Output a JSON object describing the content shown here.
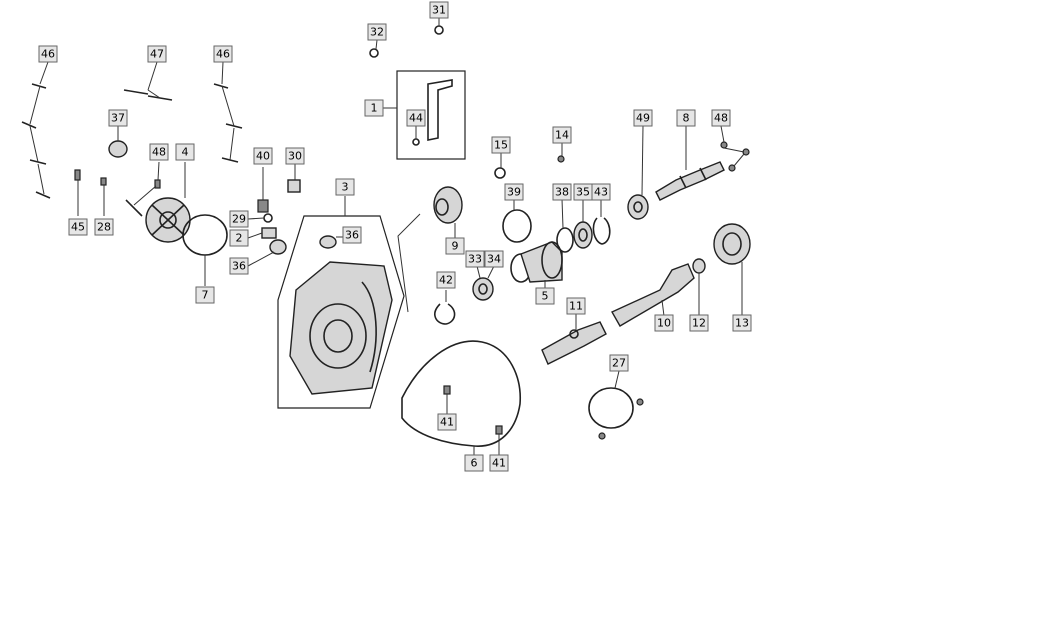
{
  "callouts": [
    {
      "id": "46",
      "label": "46"
    },
    {
      "id": "47",
      "label": "47"
    },
    {
      "id": "46b",
      "label": "46"
    },
    {
      "id": "37",
      "label": "37"
    },
    {
      "id": "48",
      "label": "48"
    },
    {
      "id": "4",
      "label": "4"
    },
    {
      "id": "45",
      "label": "45"
    },
    {
      "id": "28",
      "label": "28"
    },
    {
      "id": "40",
      "label": "40"
    },
    {
      "id": "30",
      "label": "30"
    },
    {
      "id": "29",
      "label": "29"
    },
    {
      "id": "2",
      "label": "2"
    },
    {
      "id": "36",
      "label": "36"
    },
    {
      "id": "7",
      "label": "7"
    },
    {
      "id": "3",
      "label": "3"
    },
    {
      "id": "36b",
      "label": "36"
    },
    {
      "id": "32",
      "label": "32"
    },
    {
      "id": "31",
      "label": "31"
    },
    {
      "id": "1",
      "label": "1"
    },
    {
      "id": "44",
      "label": "44"
    },
    {
      "id": "15",
      "label": "15"
    },
    {
      "id": "14",
      "label": "14"
    },
    {
      "id": "49",
      "label": "49"
    },
    {
      "id": "8",
      "label": "8"
    },
    {
      "id": "48b",
      "label": "48"
    },
    {
      "id": "39",
      "label": "39"
    },
    {
      "id": "38",
      "label": "38"
    },
    {
      "id": "35",
      "label": "35"
    },
    {
      "id": "43",
      "label": "43"
    },
    {
      "id": "9",
      "label": "9"
    },
    {
      "id": "33",
      "label": "33"
    },
    {
      "id": "34",
      "label": "34"
    },
    {
      "id": "42",
      "label": "42"
    },
    {
      "id": "5",
      "label": "5"
    },
    {
      "id": "11",
      "label": "11"
    },
    {
      "id": "10",
      "label": "10"
    },
    {
      "id": "12",
      "label": "12"
    },
    {
      "id": "13",
      "label": "13"
    },
    {
      "id": "27",
      "label": "27"
    },
    {
      "id": "41",
      "label": "41"
    },
    {
      "id": "6",
      "label": "6"
    },
    {
      "id": "41b",
      "label": "41"
    }
  ]
}
